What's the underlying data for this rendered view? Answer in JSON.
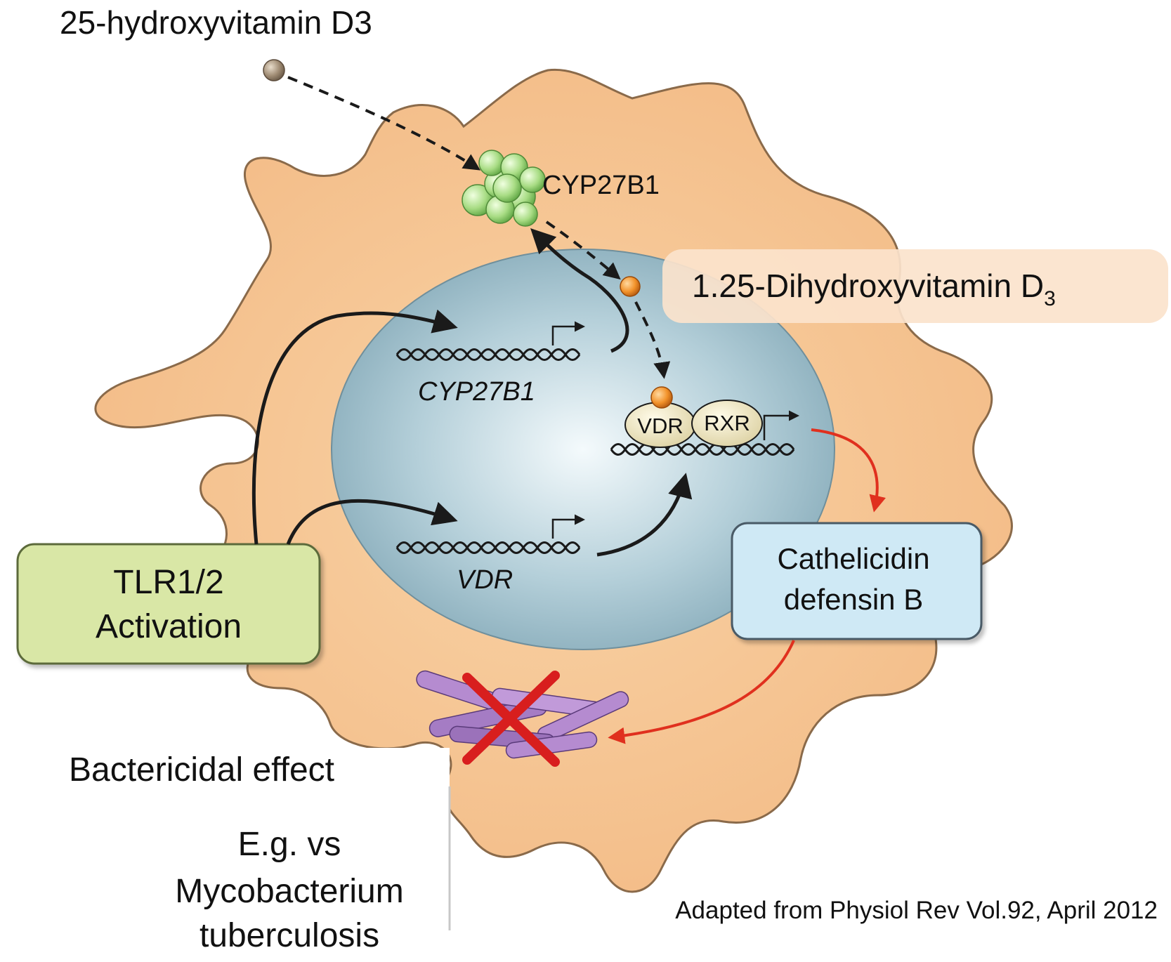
{
  "labels": {
    "substrate": "25-hydroxyvitamin D3",
    "enzyme": "CYP27B1",
    "product_main": "1.25-Dihydroxyvitamin D",
    "product_sub": "3",
    "gene_cyp": "CYP27B1",
    "gene_vdr": "VDR",
    "receptor_vdr": "VDR",
    "receptor_rxr": "RXR",
    "tlr_line1": "TLR1/2",
    "tlr_line2": "Activation",
    "peptide_line1": "Cathelicidin",
    "peptide_line2": "defensin B",
    "effect": "Bactericidal effect",
    "example_line1": "E.g. vs",
    "example_line2": "Mycobacterium",
    "example_line3": "tuberculosis",
    "source": "Adapted from Physiol Rev Vol.92, April 2012"
  },
  "colors": {
    "cell": "#f7c38f",
    "cell_outline": "#8a6a4a",
    "nucleus": "#8fb3c0",
    "tlr_box": "#d9e7a6",
    "peptide_box": "#cfe9f5",
    "callout": "#fbe3cc",
    "enzyme": "#a9dd88",
    "ligand": "#f0902a",
    "receptor": "#f1ebc9",
    "bacteria": "#b58bd0",
    "red_arrow": "#e0301e",
    "cross": "#d81e1e"
  },
  "icons": {
    "ligand": "orange-ball-icon",
    "substrate": "grey-ball-icon",
    "enzyme": "enzyme-cluster-icon",
    "dna": "dna-helix-icon",
    "promoter": "promoter-arrow-icon",
    "bacteria": "bacteria-rods-icon",
    "cross": "red-x-icon"
  }
}
